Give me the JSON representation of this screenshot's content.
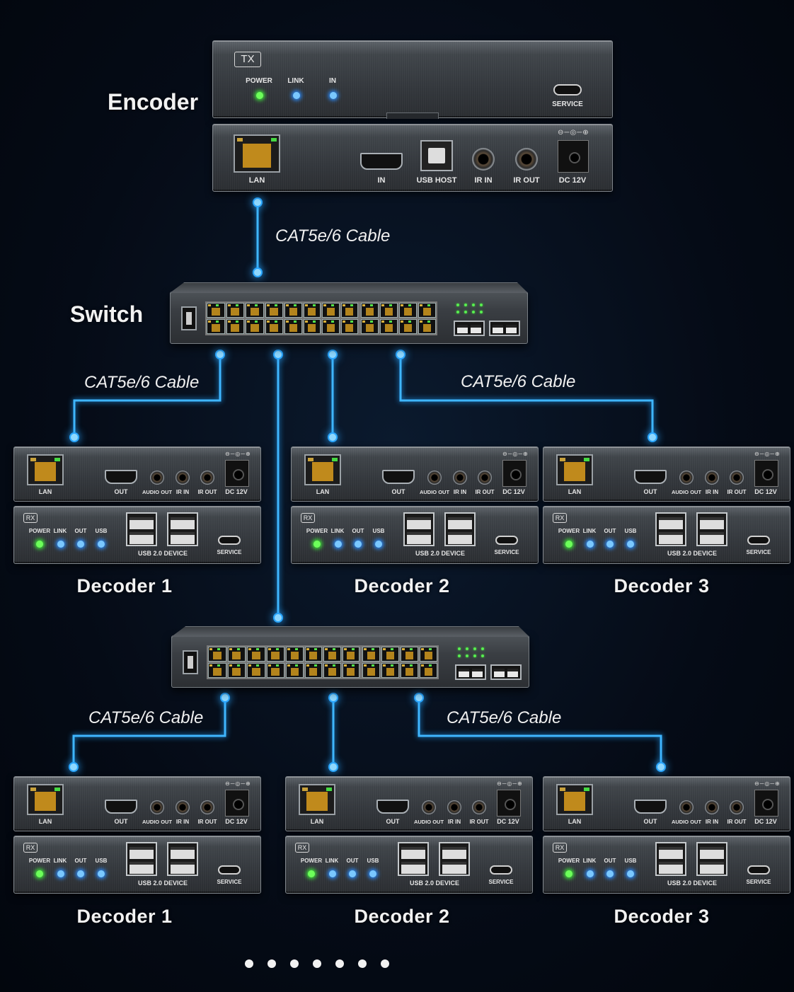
{
  "labels": {
    "encoder": "Encoder",
    "switch": "Switch",
    "cable": "CAT5e/6 Cable"
  },
  "encoder": {
    "tag": "TX",
    "top_leds": [
      {
        "label": "POWER",
        "color": "green"
      },
      {
        "label": "LINK",
        "color": "blue"
      },
      {
        "label": "IN",
        "color": "blue"
      }
    ],
    "service": "SERVICE",
    "ports": {
      "lan": "LAN",
      "in": "IN",
      "usb_host": "USB HOST",
      "ir_in": "IR IN",
      "ir_out": "IR OUT",
      "dc": "DC 12V"
    }
  },
  "decoder": {
    "tag": "RX",
    "ports": {
      "lan": "LAN",
      "out": "OUT",
      "audio_out": "AUDIO OUT",
      "ir_in": "IR IN",
      "ir_out": "IR OUT",
      "dc": "DC 12V"
    },
    "leds": [
      {
        "label": "POWER",
        "color": "green"
      },
      {
        "label": "LINK",
        "color": "blue"
      },
      {
        "label": "OUT",
        "color": "blue"
      },
      {
        "label": "USB",
        "color": "blue"
      }
    ],
    "usb_device": "USB 2.0 DEVICE",
    "service": "SERVICE"
  },
  "decoders_row1": [
    "Decoder 1",
    "Decoder 2",
    "Decoder 3"
  ],
  "decoders_row2": [
    "Decoder 1",
    "Decoder 2",
    "Decoder 3"
  ],
  "pager": {
    "count": 7
  },
  "colors": {
    "cable": "#3fb6ff",
    "led_green": "#6dff5a",
    "led_blue": "#7ac8ff",
    "background": "#050b16"
  }
}
